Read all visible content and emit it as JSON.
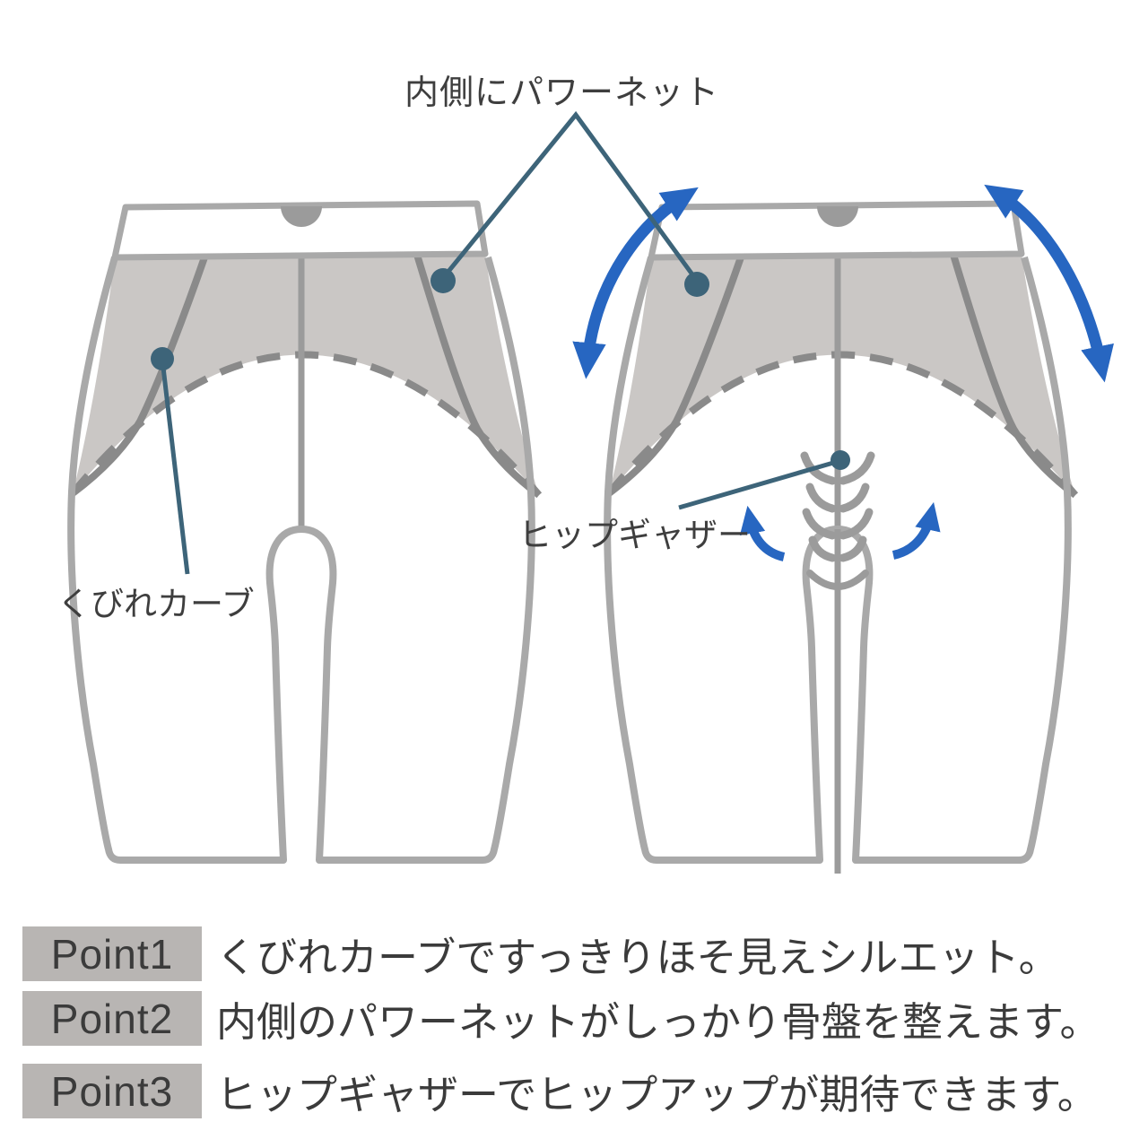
{
  "labels": {
    "power_net": "内側にパワーネット",
    "waist_curve": "くびれカーブ",
    "hip_gather": "ヒップギャザー"
  },
  "points": [
    {
      "badge": "Point1",
      "text": "くびれカーブですっきりほそ見えシルエット。"
    },
    {
      "badge": "Point2",
      "text": "内側のパワーネットがしっかり骨盤を整えます。"
    },
    {
      "badge": "Point3",
      "text": "ヒップギャザーでヒップアップが期待できます。"
    }
  ],
  "colors": {
    "arrow_blue": "#2766c1",
    "callout_teal": "#3d6479",
    "garment_outline": "#a9a9a9",
    "seam_gray": "#8a8a8a",
    "panel_fill": "#cac7c5",
    "badge_bg": "#b8b5b3",
    "text": "#3b3b3b"
  },
  "icons": [
    "front-garment-illustration",
    "back-garment-illustration",
    "power-net-callout-dot",
    "waist-curve-callout-dot",
    "hip-gather-callout-dot",
    "stretch-arrow",
    "hip-up-arrow"
  ]
}
